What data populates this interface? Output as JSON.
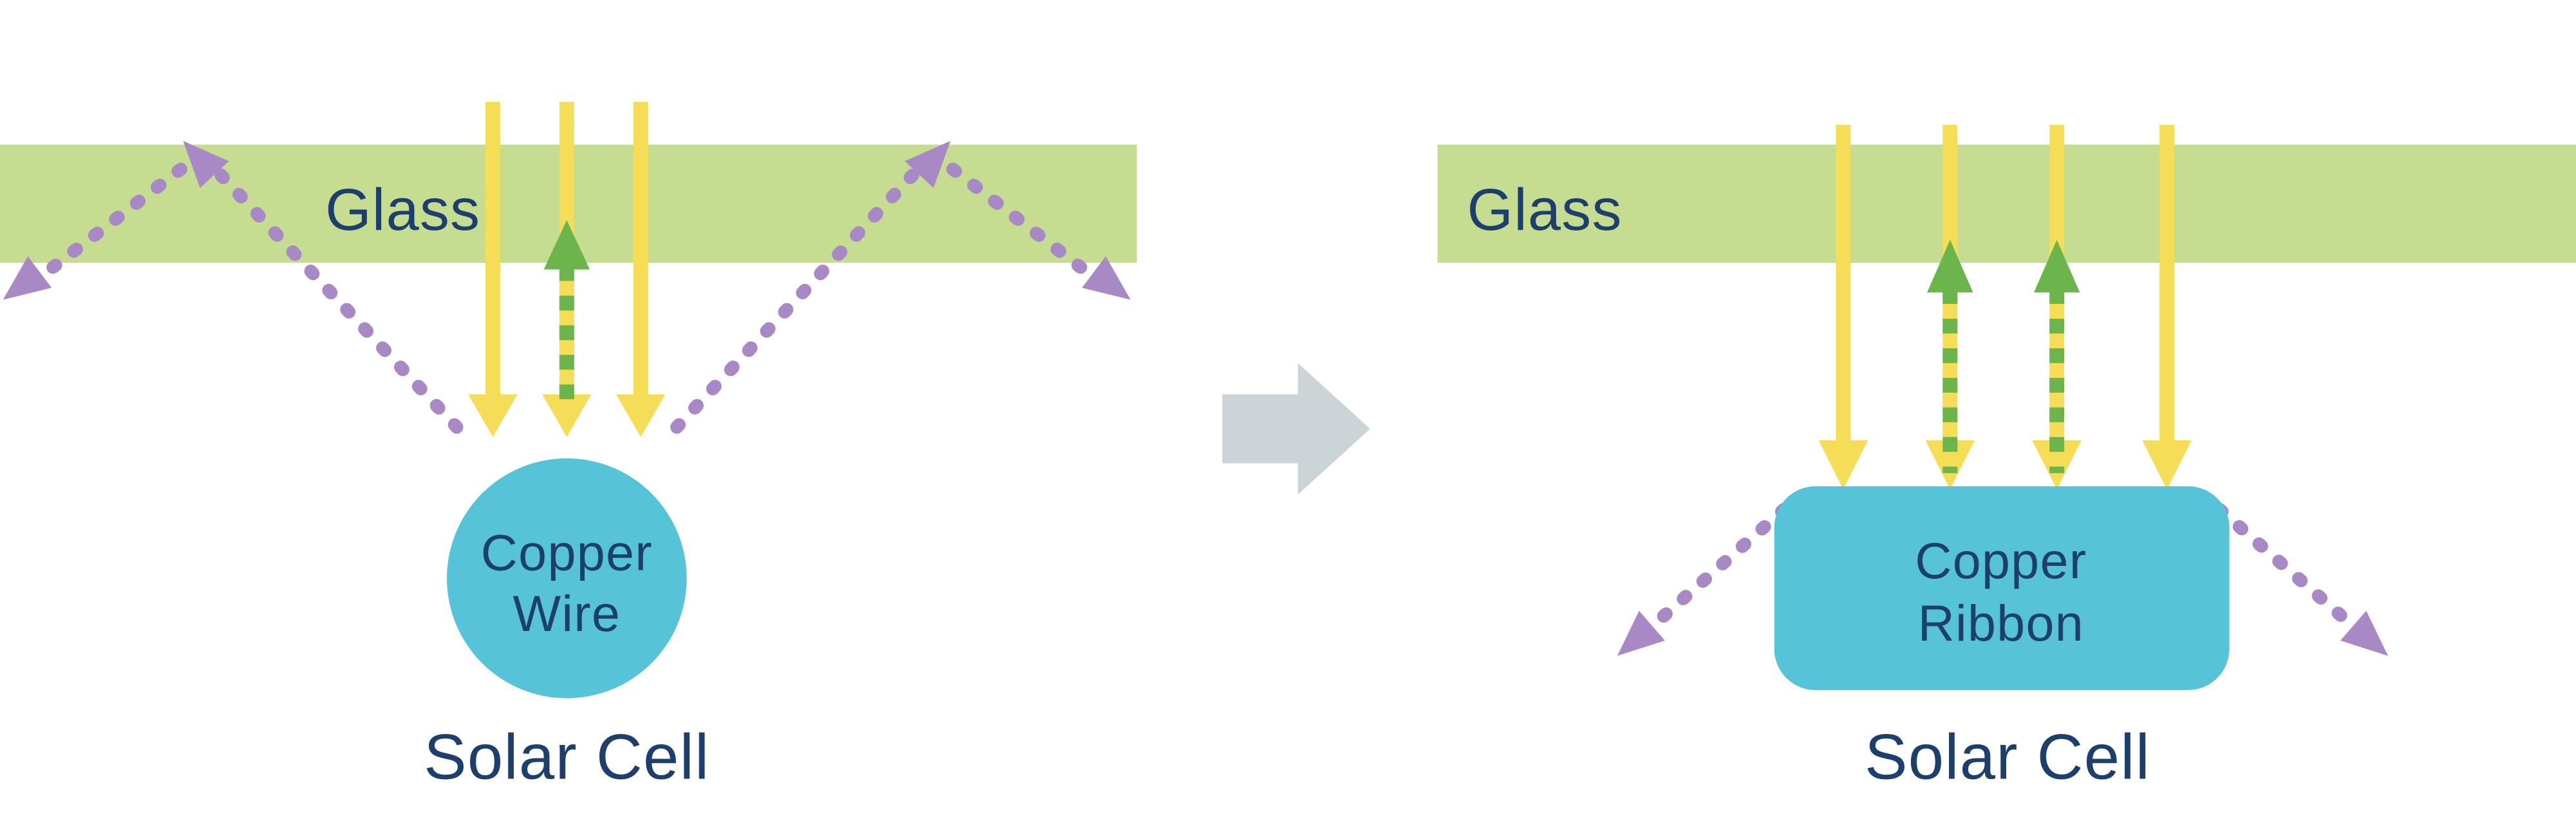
{
  "colors": {
    "glass": "#c6dc91",
    "sunlight_yellow": "#f5dd58",
    "reflect_green": "#6cb54c",
    "scatter_purple": "#a889c6",
    "copper_teal": "#57c3d8",
    "text_navy": "#1c3f6e",
    "transform_gray": "#ccd4d8"
  },
  "left_panel": {
    "glass_label": "Glass",
    "component_label_line1": "Copper",
    "component_label_line2": "Wire",
    "cell_label": "Solar Cell"
  },
  "right_panel": {
    "glass_label": "Glass",
    "component_label_line1": "Copper",
    "component_label_line2": "Ribbon",
    "cell_label": "Solar Cell"
  }
}
